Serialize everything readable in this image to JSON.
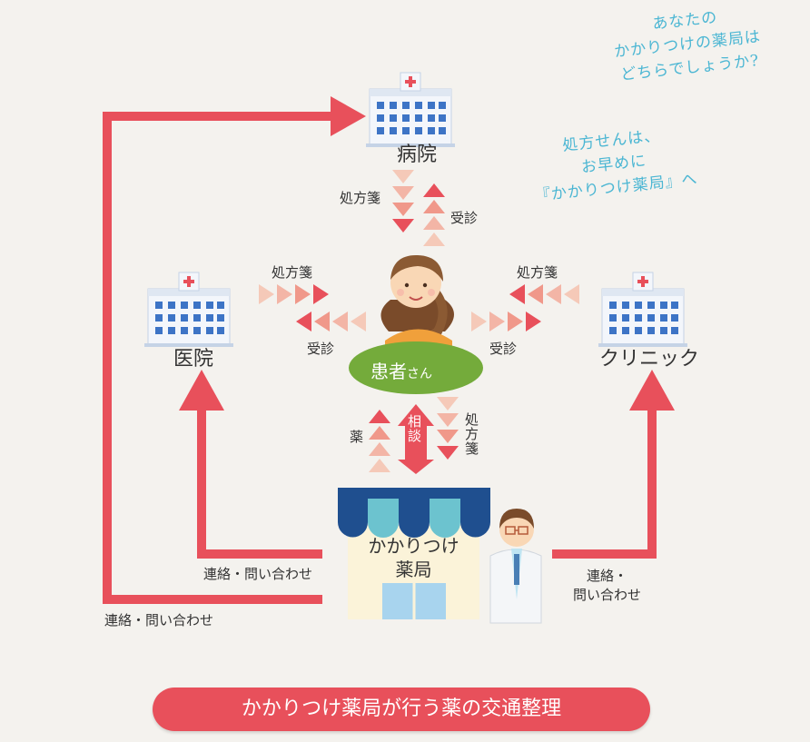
{
  "handwritten_note_1": [
    "あなたの",
    "かかりつけの薬局は",
    "どちらでしょうか?"
  ],
  "handwritten_note_2": [
    "処方せんは、",
    "お早めに",
    "『かかりつけ薬局』へ"
  ],
  "facilities": {
    "hospital": "病院",
    "clinic_left": "医院",
    "clinic_right": "クリニック"
  },
  "patient": {
    "name": "患者",
    "suffix": "さん"
  },
  "flows": {
    "prescription": "処方箋",
    "consultation": "受診",
    "medicine": "薬",
    "counseling": "相談",
    "contact": "連絡・問い合わせ",
    "contact_right_line1": "連絡・",
    "contact_right_line2": "問い合わせ"
  },
  "pharmacy": {
    "line1": "かかりつけ",
    "line2": "薬局"
  },
  "banner": "かかりつけ薬局が行う薬の交通整理",
  "colors": {
    "main_red": "#e8505b",
    "arrow_light": "#f5c9b8",
    "arrow_mid": "#f0988a",
    "patient_ellipse": "#74ab3b",
    "handwriting": "#4bb6d3",
    "awning_blue": "#1f4f8f",
    "awning_teal": "#6cc3cf"
  }
}
